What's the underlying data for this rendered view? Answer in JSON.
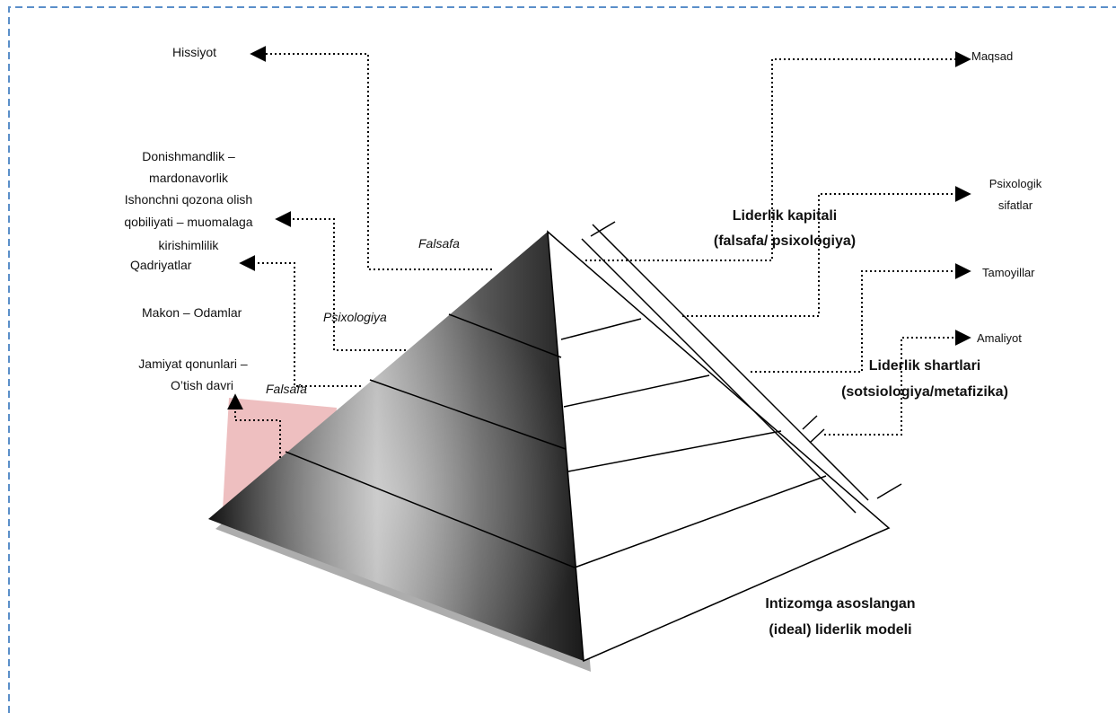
{
  "left_labels": {
    "hissiyot": "Hissiyot",
    "donishmandlik_1": "Donishmandlik –",
    "donishmandlik_2": "mardonavorlik",
    "ishonch_1": "Ishonchni qozona olish",
    "ishonch_2": "qobiliyati – muomalaga",
    "ishonch_3": "kirishimlilik",
    "qadriyatlar": "Qadriyatlar",
    "makon": "Makon – Odamlar",
    "jamiyat_1": "Jamiyat qonunlari –",
    "jamiyat_2": "O’tish davri"
  },
  "face_labels": {
    "falsafa_top": "Falsafa",
    "psixologiya": "Psixologiya",
    "falsafa_bottom": "Falsafa"
  },
  "right_labels": {
    "maqsad": "Maqsad",
    "psixologik_1": "Psixologik",
    "psixologik_2": "sifatlar",
    "tamoyillar": "Tamoyillar",
    "amaliyot": "Amaliyot"
  },
  "headings": {
    "kapital_1": "Liderlik kapitali",
    "kapital_2": "(falsafa/ psixologiya)",
    "shartlar_1": "Liderlik shartlari",
    "shartlar_2": "(sotsiologiya/metafizika)",
    "model_1": "Intizomga asoslangan",
    "model_2": "(ideal) liderlik modeli"
  },
  "colors": {
    "frame_dash": "#5b8fc9",
    "pyramid_dark": "#1a1a1a",
    "pyramid_light": "#b5b5b5",
    "pink_square": "#e8a9ab",
    "line": "#000000"
  }
}
